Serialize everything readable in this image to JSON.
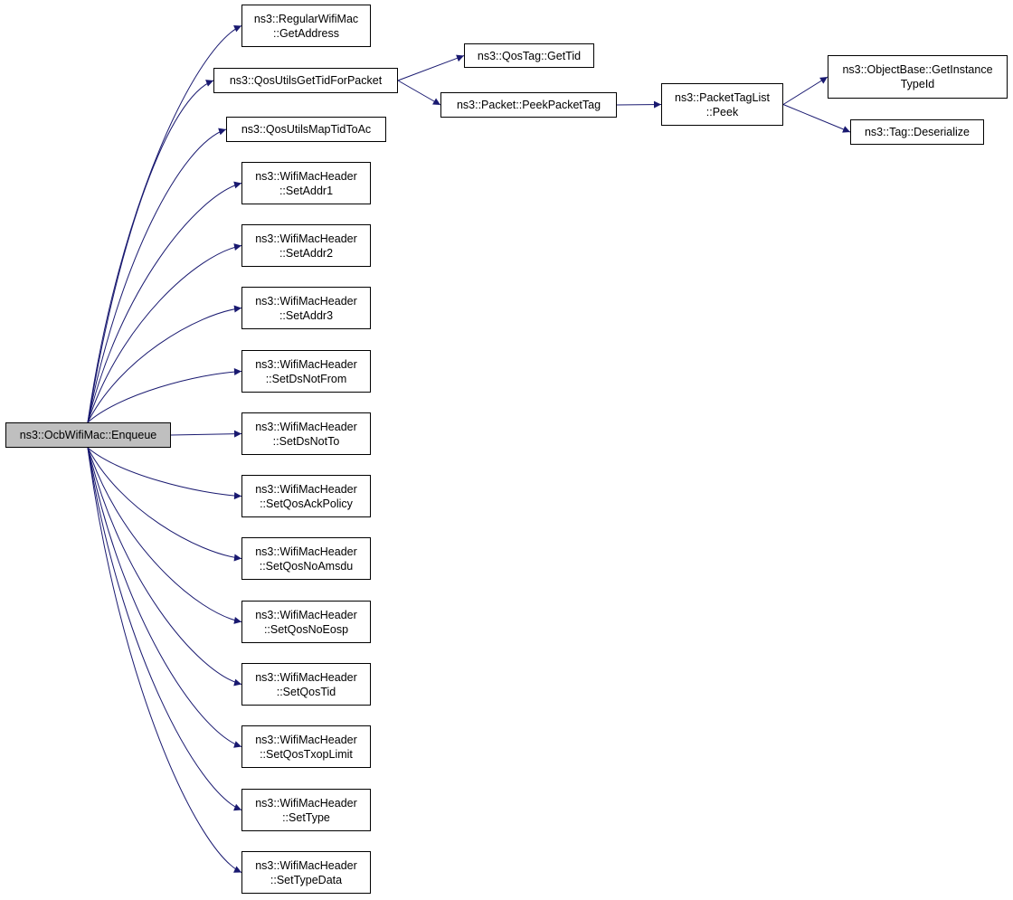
{
  "nodes": {
    "root": "ns3::OcbWifiMac::Enqueue",
    "regular_wifi_mac_get_address": "ns3::RegularWifiMac\n::GetAddress",
    "qos_utils_get_tid_for_packet": "ns3::QosUtilsGetTidForPacket",
    "qos_utils_map_tid_to_ac": "ns3::QosUtilsMapTidToAc",
    "set_addr1": "ns3::WifiMacHeader\n::SetAddr1",
    "set_addr2": "ns3::WifiMacHeader\n::SetAddr2",
    "set_addr3": "ns3::WifiMacHeader\n::SetAddr3",
    "set_ds_not_from": "ns3::WifiMacHeader\n::SetDsNotFrom",
    "set_ds_not_to": "ns3::WifiMacHeader\n::SetDsNotTo",
    "set_qos_ack_policy": "ns3::WifiMacHeader\n::SetQosAckPolicy",
    "set_qos_no_amsdu": "ns3::WifiMacHeader\n::SetQosNoAmsdu",
    "set_qos_no_eosp": "ns3::WifiMacHeader\n::SetQosNoEosp",
    "set_qos_tid": "ns3::WifiMacHeader\n::SetQosTid",
    "set_qos_txop_limit": "ns3::WifiMacHeader\n::SetQosTxopLimit",
    "set_type": "ns3::WifiMacHeader\n::SetType",
    "set_type_data": "ns3::WifiMacHeader\n::SetTypeData",
    "qos_tag_get_tid": "ns3::QosTag::GetTid",
    "packet_peek_packet_tag": "ns3::Packet::PeekPacketTag",
    "packet_tag_list_peek": "ns3::PacketTagList\n::Peek",
    "object_base_get_instance_type_id": "ns3::ObjectBase::GetInstance\nTypeId",
    "tag_deserialize": "ns3::Tag::Deserialize"
  },
  "edges": [
    [
      "root",
      "regular_wifi_mac_get_address"
    ],
    [
      "root",
      "qos_utils_get_tid_for_packet"
    ],
    [
      "root",
      "qos_utils_map_tid_to_ac"
    ],
    [
      "root",
      "set_addr1"
    ],
    [
      "root",
      "set_addr2"
    ],
    [
      "root",
      "set_addr3"
    ],
    [
      "root",
      "set_ds_not_from"
    ],
    [
      "root",
      "set_ds_not_to"
    ],
    [
      "root",
      "set_qos_ack_policy"
    ],
    [
      "root",
      "set_qos_no_amsdu"
    ],
    [
      "root",
      "set_qos_no_eosp"
    ],
    [
      "root",
      "set_qos_tid"
    ],
    [
      "root",
      "set_qos_txop_limit"
    ],
    [
      "root",
      "set_type"
    ],
    [
      "root",
      "set_type_data"
    ],
    [
      "qos_utils_get_tid_for_packet",
      "qos_tag_get_tid"
    ],
    [
      "qos_utils_get_tid_for_packet",
      "packet_peek_packet_tag"
    ],
    [
      "packet_peek_packet_tag",
      "packet_tag_list_peek"
    ],
    [
      "packet_tag_list_peek",
      "object_base_get_instance_type_id"
    ],
    [
      "packet_tag_list_peek",
      "tag_deserialize"
    ]
  ],
  "colors": {
    "edge": "#191970",
    "root_fill": "#bfbfbf",
    "node_fill": "#ffffff",
    "node_border": "#000000"
  }
}
